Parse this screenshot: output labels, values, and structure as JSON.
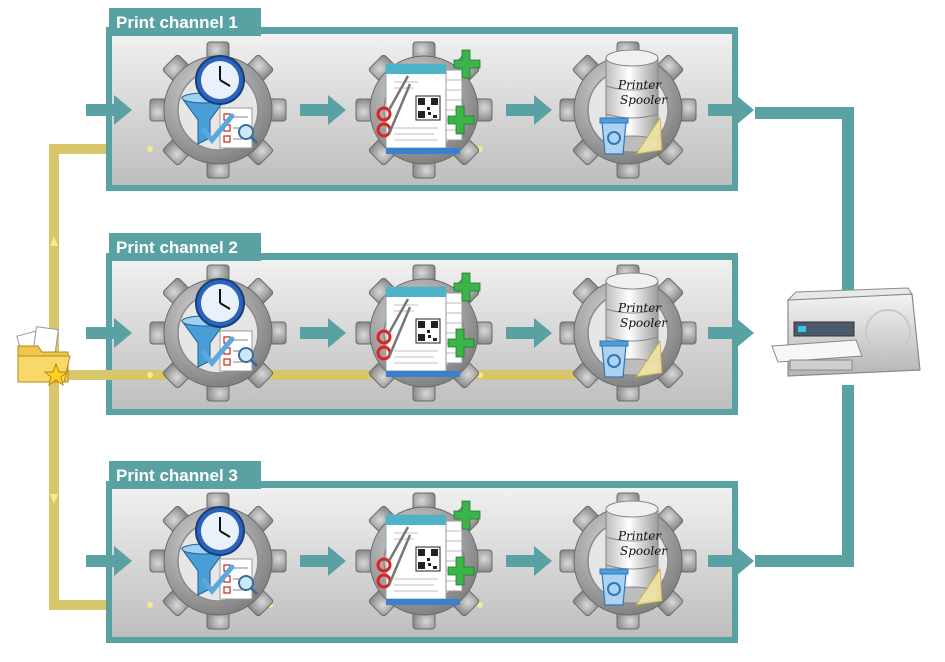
{
  "channels": [
    {
      "label": "Print channel 1"
    },
    {
      "label": "Print channel 2"
    },
    {
      "label": "Print channel 3"
    }
  ],
  "stages": [
    {
      "icon": "clock-filter-checklist-icon"
    },
    {
      "icon": "document-edit-icon"
    },
    {
      "icon": "printer-spooler-database-icon",
      "label_line1": "Printer",
      "label_line2": "Spooler"
    }
  ],
  "source": {
    "icon": "document-folder-star-icon"
  },
  "destination": {
    "icon": "printer-icon"
  },
  "colors": {
    "teal": "#5aa1a3",
    "gold": "#d8c76a",
    "panel": "#dcdcdc",
    "gear": "#8c8c8c"
  }
}
